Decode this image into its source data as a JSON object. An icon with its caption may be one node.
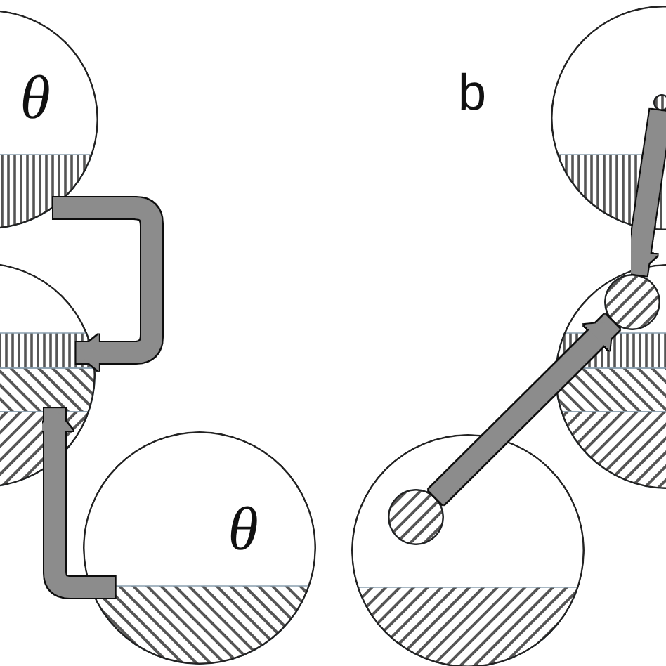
{
  "diagram": {
    "nodes": [
      {
        "text": [
          "θ"
        ]
      },
      {
        "text": [],
        "shape": "circle"
      },
      {
        "text": [
          "θ"
        ]
      },
      {
        "text": [],
        "shape": "circle"
      },
      {
        "text": [],
        "shape": "circle",
        "in": 3
      },
      {
        "text": [],
        "shape": "circle"
      },
      {
        "text": [],
        "shape": "circle",
        "in": 5
      },
      {
        "text": [],
        "shape": "circle"
      },
      {
        "text": [],
        "shape": "circle",
        "in": 7
      }
    ],
    "edges": [
      {
        "from": 0,
        "to": 1,
        "arrow": "to"
      },
      {
        "from": 2,
        "to": 1,
        "arrow": "to"
      },
      {
        "from": 4,
        "to": 6,
        "arrow": "to"
      },
      {
        "from": 8,
        "to": 6,
        "arrow": "to"
      }
    ],
    "labels": [
      "b"
    ]
  }
}
